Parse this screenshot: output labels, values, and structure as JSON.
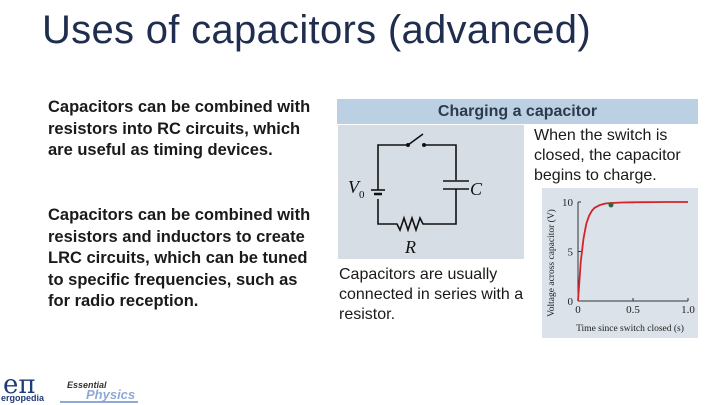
{
  "slide": {
    "title": "Uses of capacitors (advanced)",
    "paragraphs": [
      "Capacitors can be combined with resistors into RC circuits, which are useful as timing devices.",
      "Capacitors can be combined with resistors and inductors to create LRC circuits, which can be tuned to specific frequencies, such as for radio reception."
    ]
  },
  "figure": {
    "header": "Charging a capacitor",
    "caption_top": "When the switch is closed, the capacitor begins to charge.",
    "caption_bottom": "Capacitors are usually connected in series with a resistor.",
    "circuit": {
      "source_label": "V",
      "source_subscript": "0",
      "capacitor_label": "C",
      "resistor_label": "R"
    },
    "colors": {
      "header_bg": "#bcd0e3",
      "panel_bg": "#d6dde5",
      "curve": "#d4232b",
      "data_point": "#2a6a3a"
    }
  },
  "chart_data": {
    "type": "line",
    "title": "",
    "xlabel": "Time since switch closed (s)",
    "ylabel": "Voltage across capacitor (V)",
    "xlim": [
      0,
      1.0
    ],
    "ylim": [
      0,
      10
    ],
    "x_ticks": [
      "0",
      "0.5",
      "1.0"
    ],
    "y_ticks": [
      "0",
      "5",
      "10"
    ],
    "grid": false,
    "series": [
      {
        "x": [
          0,
          0.025,
          0.05,
          0.075,
          0.1,
          0.125,
          0.15,
          0.2,
          0.25,
          0.3,
          0.4,
          0.5,
          0.6,
          0.7,
          0.8,
          0.9,
          1.0
        ],
        "y": [
          0,
          4.0,
          6.3,
          7.8,
          8.6,
          9.1,
          9.4,
          9.7,
          9.85,
          9.9,
          9.95,
          9.97,
          9.98,
          9.99,
          10,
          10,
          10
        ]
      }
    ],
    "marked_point": {
      "x": 0.3,
      "y": 9.7
    }
  },
  "branding": {
    "logo_symbol": "eπ",
    "logo_text": "ergopedia",
    "series_word_1": "Essential",
    "series_word_2": "Physics"
  }
}
